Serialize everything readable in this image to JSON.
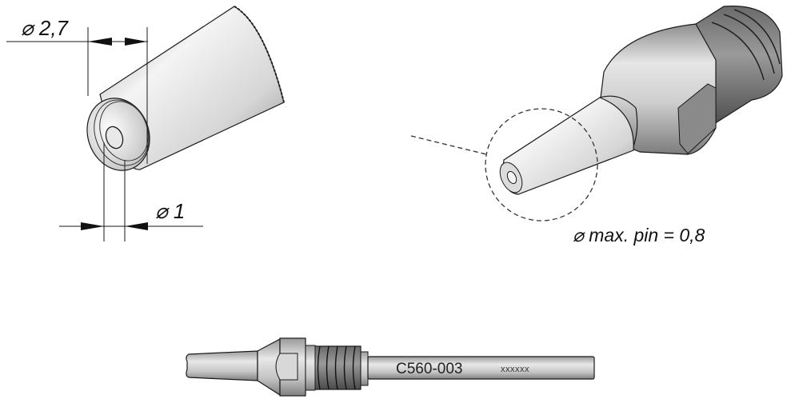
{
  "drawing": {
    "subject": "Desoldering tip",
    "views": [
      {
        "name": "tip-detail-view",
        "description": "Enlarged tip end with dimensions"
      },
      {
        "name": "isometric-view",
        "description": "Full tip isometric with detail circle"
      },
      {
        "name": "side-view",
        "description": "Side profile of tip with part marking"
      }
    ]
  },
  "dimensions": {
    "outer_diameter": {
      "symbol": "⌀",
      "value": "2,7",
      "label": "⌀ 2,7"
    },
    "inner_diameter": {
      "symbol": "⌀",
      "value": "1",
      "label": "⌀ 1"
    }
  },
  "note": {
    "label": "⌀  max. pin = 0,8",
    "symbol": "⌀",
    "text": "max. pin = 0,8"
  },
  "part": {
    "code": "C560-003",
    "serial": "xxxxxx"
  },
  "colors": {
    "line": "#1a1a1a",
    "body_light": "#f2f2f2",
    "body_mid": "#c8c8c8",
    "body_dark": "#8a8a8a",
    "background": "#ffffff"
  }
}
